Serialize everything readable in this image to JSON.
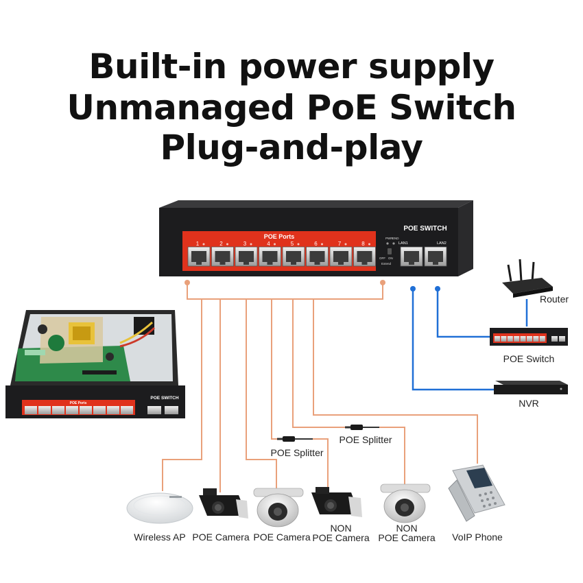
{
  "headline": {
    "line1": "Built-in power supply",
    "line2": "Unmanaged PoE Switch",
    "line3": "Plug-and-play"
  },
  "switch": {
    "brand_label": "POE SWITCH",
    "ports_label": "POE Ports",
    "port_numbers": [
      "1",
      "2",
      "3",
      "4",
      "5",
      "6",
      "7",
      "8"
    ],
    "lan1": "LAN1",
    "lan2": "LAN2",
    "pwr_label": "PWR",
    "end_label": "END",
    "off": "OFF",
    "on": "ON",
    "extend": "Extend"
  },
  "inner_switch": {
    "brand_label": "POE SWITCH",
    "ports_label": "POE Ports"
  },
  "right_devices": {
    "router": "Router",
    "poe_switch": "POE Switch",
    "nvr": "NVR"
  },
  "splitters": [
    "POE Splitter",
    "POE Splitter"
  ],
  "bottom_devices": [
    {
      "line1": "",
      "line2": "Wireless AP"
    },
    {
      "line1": "",
      "line2": "POE Camera"
    },
    {
      "line1": "",
      "line2": "POE Camera"
    },
    {
      "line1": "NON",
      "line2": "POE Camera"
    },
    {
      "line1": "NON",
      "line2": "POE Camera"
    },
    {
      "line1": "",
      "line2": "VoIP Phone"
    }
  ],
  "colors": {
    "accent_red": "#e0321c",
    "switch_body": "#1c1c1e",
    "wire_orange": "#e9a07a",
    "wire_blue": "#1f6fd6"
  }
}
